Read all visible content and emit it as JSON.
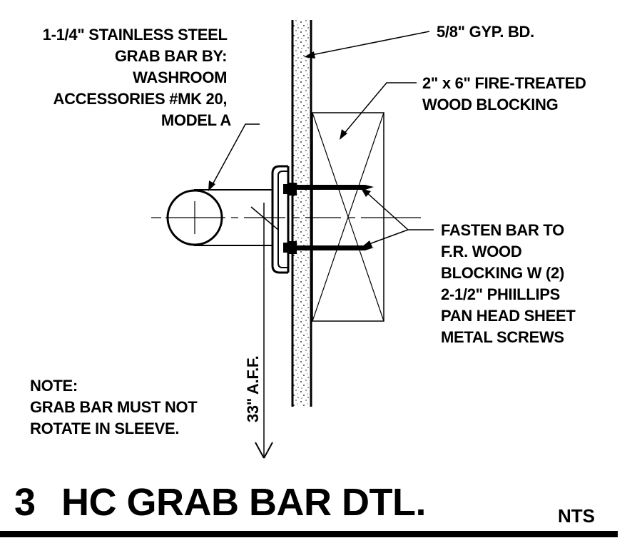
{
  "labels": {
    "grab_bar": [
      "1-1/4\" STAINLESS STEEL",
      "GRAB BAR BY:",
      "WASHROOM",
      "ACCESSORIES #MK 20,",
      "MODEL A"
    ],
    "gyp_bd": "5/8\" GYP. BD.",
    "blocking": [
      "2\" x 6\" FIRE-TREATED",
      "WOOD BLOCKING"
    ],
    "fasten": [
      "FASTEN BAR TO",
      "F.R. WOOD",
      "BLOCKING W (2)",
      "2-1/2\" PHIILLIPS",
      "PAN HEAD SHEET",
      "METAL SCREWS"
    ],
    "note": [
      "NOTE:",
      "GRAB BAR MUST NOT",
      "ROTATE IN SLEEVE."
    ],
    "height": "33\" A.F.F."
  },
  "title": {
    "number": "3",
    "text": "HC GRAB BAR DTL.",
    "scale": "NTS"
  }
}
